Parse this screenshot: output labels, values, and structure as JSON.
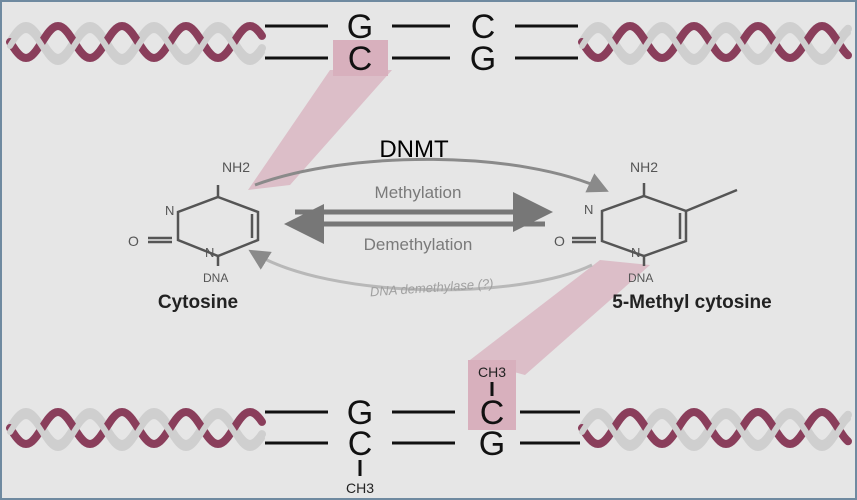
{
  "colors": {
    "frame_border": "#6f8aa0",
    "background": "#e6e6e6",
    "helix_dark": "#8a3e5b",
    "helix_light": "#cfcfcf",
    "highlight": "#d8b0bd",
    "arrow": "#7a7a7a"
  },
  "top_strand": {
    "upper_bases": [
      "G",
      "C"
    ],
    "lower_bases": [
      "C",
      "G"
    ]
  },
  "bottom_strand": {
    "upper_bases": [
      "G",
      "C"
    ],
    "lower_bases": [
      "C",
      "G"
    ],
    "methyl_top": "CH3",
    "methyl_bottom": "CH3"
  },
  "labels": {
    "enzyme": "DNMT",
    "forward": "Methylation",
    "reverse": "Demethylation",
    "reverse_enzyme": "DNA demethylase (?)",
    "left_molecule": "Cytosine",
    "right_molecule": "5-Methyl cytosine"
  },
  "cytosine": {
    "amine": "NH2",
    "n_ring": "N",
    "oxygen": "O",
    "n_bottom": "N",
    "attach": "DNA"
  },
  "methyl_cytosine": {
    "amine": "NH2",
    "n_ring": "N",
    "oxygen": "O",
    "n_bottom": "N",
    "attach": "DNA"
  }
}
